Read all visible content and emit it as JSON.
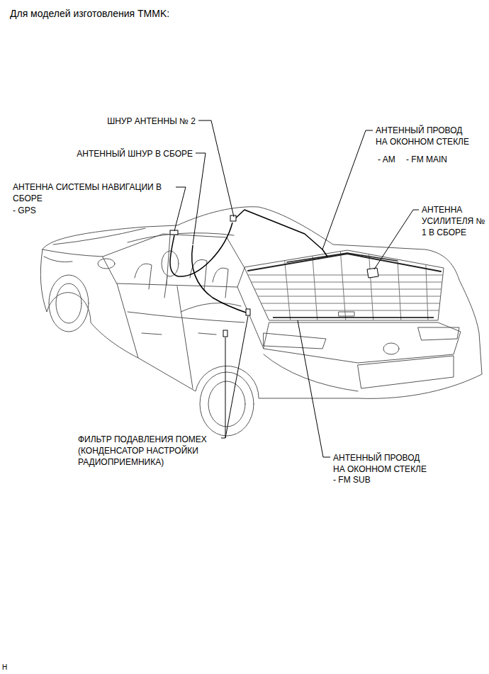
{
  "diagram": {
    "title": "Для моделей изготовления TMMK:",
    "labels": [
      "ШНУР АНТЕННЫ № 2",
      "АНТЕННЫЙ ПРОВОД НА ОКОННОМ СТЕКЛЕ",
      "- AM",
      "- FM MAIN",
      "АНТЕННЫЙ ШНУР В СБОРЕ",
      "АНТЕННА СИСТЕМЫ НАВИГАЦИИ В СБОРЕ",
      "- GPS",
      "АНТЕННА УСИЛИТЕЛЯ № 1 В СБОРЕ",
      "ФИЛЬТР ПОДАВЛЕНИЯ ПОМЕХ (КОНДЕНСАТОР НАСТРОЙКИ РАДИОПРИЕМНИКА)",
      "АНТЕННЫЙ ПРОВОД НА ОКОННОМ СТЕКЛЕ",
      "- FM SUB",
      "H"
    ]
  }
}
